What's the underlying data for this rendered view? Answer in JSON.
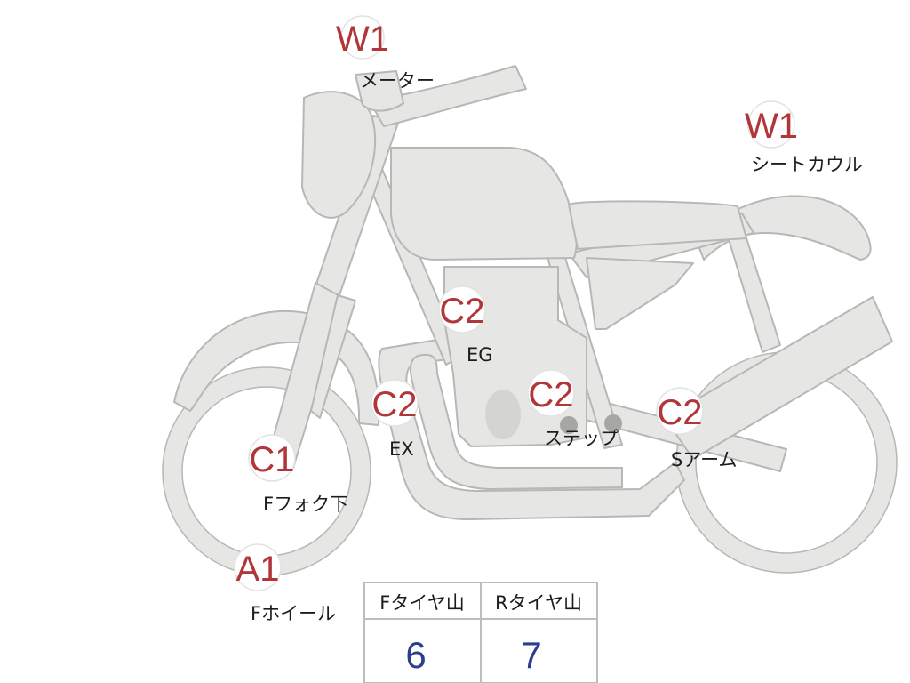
{
  "colors": {
    "bike_fill": "#e6e6e4",
    "bike_stroke": "#b7b7b5",
    "grade_text": "#b0363a",
    "value_text": "#2b3e8c",
    "table_border": "#bdbdbd"
  },
  "parts": [
    {
      "id": "meter",
      "grade": "W1",
      "label": "メーター"
    },
    {
      "id": "seat-cowl",
      "grade": "W1",
      "label": "シートカウル"
    },
    {
      "id": "engine",
      "grade": "C2",
      "label": "EG"
    },
    {
      "id": "exhaust",
      "grade": "C2",
      "label": "EX"
    },
    {
      "id": "step",
      "grade": "C2",
      "label": "ステップ"
    },
    {
      "id": "swing-arm",
      "grade": "C2",
      "label": "Sアーム"
    },
    {
      "id": "front-fork-lower",
      "grade": "C1",
      "label": "Fフォク下"
    },
    {
      "id": "front-wheel",
      "grade": "A1",
      "label": "Fホイール"
    }
  ],
  "tire_table": {
    "headers": [
      "Fタイヤ山",
      "Rタイヤ山"
    ],
    "values": [
      "6",
      "7"
    ]
  }
}
